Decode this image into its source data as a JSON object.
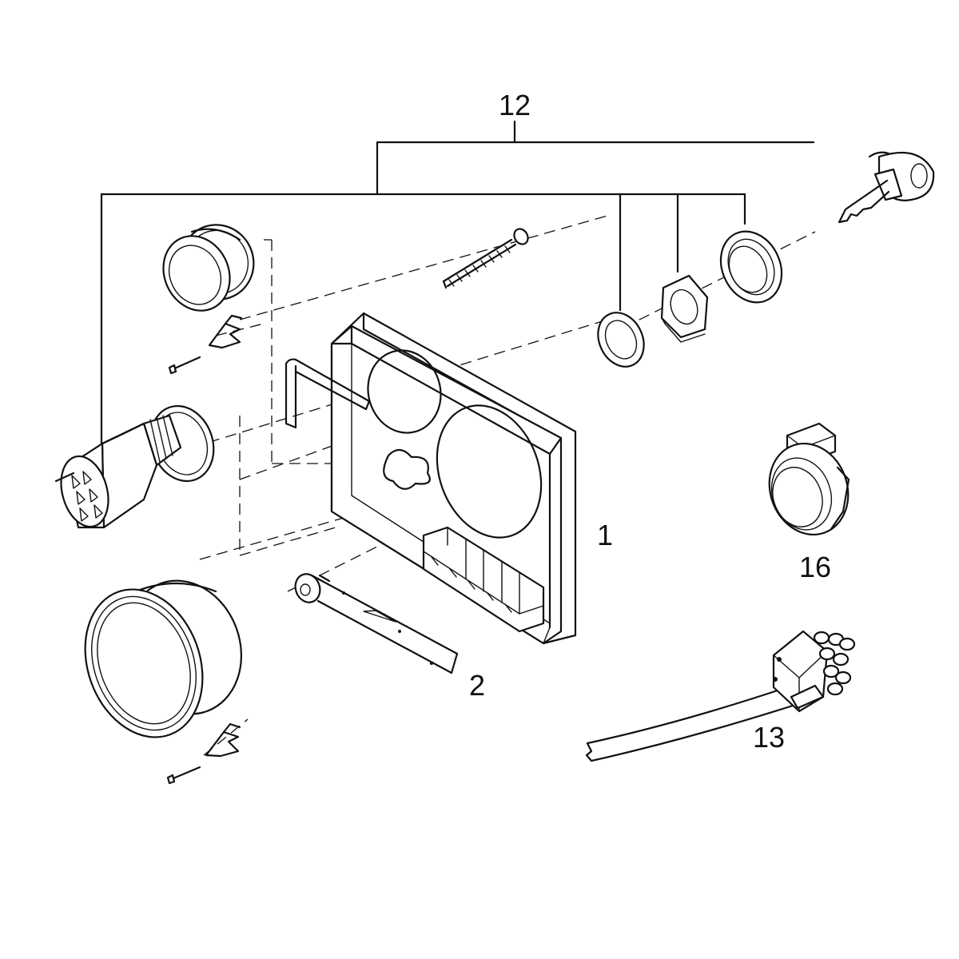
{
  "callouts": {
    "panel": "1",
    "bracket": "2",
    "switch_kit": "12",
    "harness": "13",
    "clamp": "16"
  },
  "colors": {
    "ink": "#111111",
    "background": "#ffffff"
  }
}
